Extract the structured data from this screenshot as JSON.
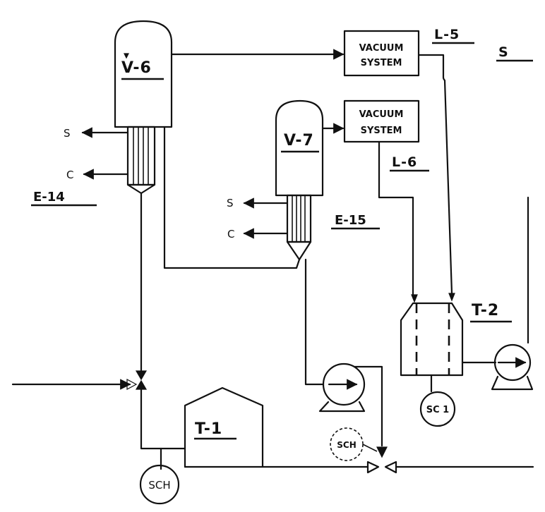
{
  "equipment": {
    "v6": "V-6",
    "v7": "V-7",
    "e14": "E-14",
    "e15": "E-15",
    "t1": "T-1",
    "t2": "T-2",
    "l5": "L-5",
    "l6": "L-6",
    "s_top": "S"
  },
  "vacuum_systems": {
    "upper": {
      "line1": "VACUUM",
      "line2": "SYSTEM"
    },
    "lower": {
      "line1": "VACUUM",
      "line2": "SYSTEM"
    }
  },
  "streams": {
    "e14_s": "S",
    "e14_c": "C",
    "e15_s": "S",
    "e15_c": "C"
  },
  "controllers": {
    "sch_bottom": "SCH",
    "sch_mid": "SCH",
    "sch_t2": "SC 1"
  }
}
